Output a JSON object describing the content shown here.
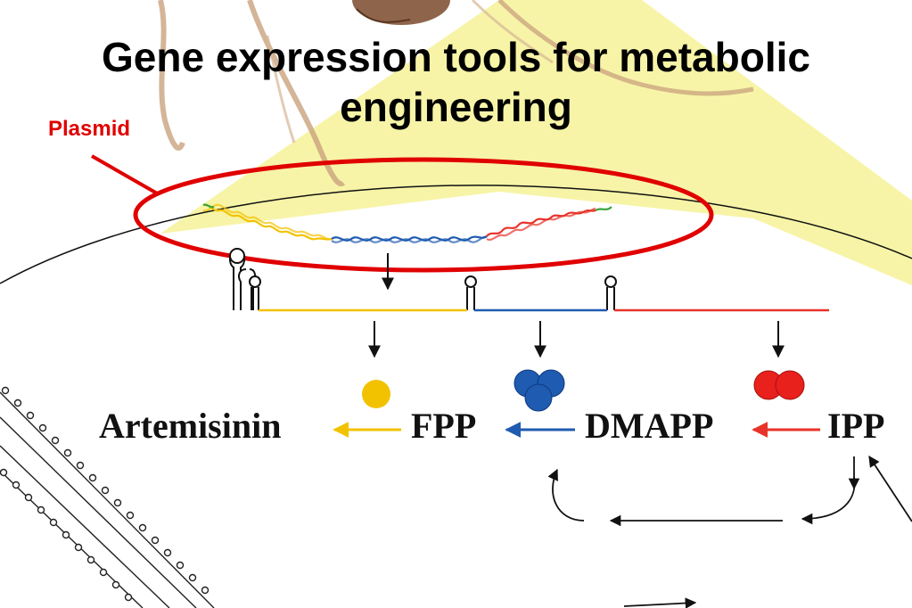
{
  "title": "Gene expression tools for metabolic engineering",
  "plasmid_label": "Plasmid",
  "pathway": {
    "artemisinin": "Artemisinin",
    "fpp": "FPP",
    "dmapp": "DMAPP",
    "ipp": "IPP"
  },
  "colors": {
    "plasmid_annotation": "#e00000",
    "gene_yellow": "#f2c200",
    "gene_blue": "#1f5bb0",
    "gene_red": "#e8332a",
    "gene_green": "#3aa43a",
    "cell_beam": "#f4f08a"
  }
}
